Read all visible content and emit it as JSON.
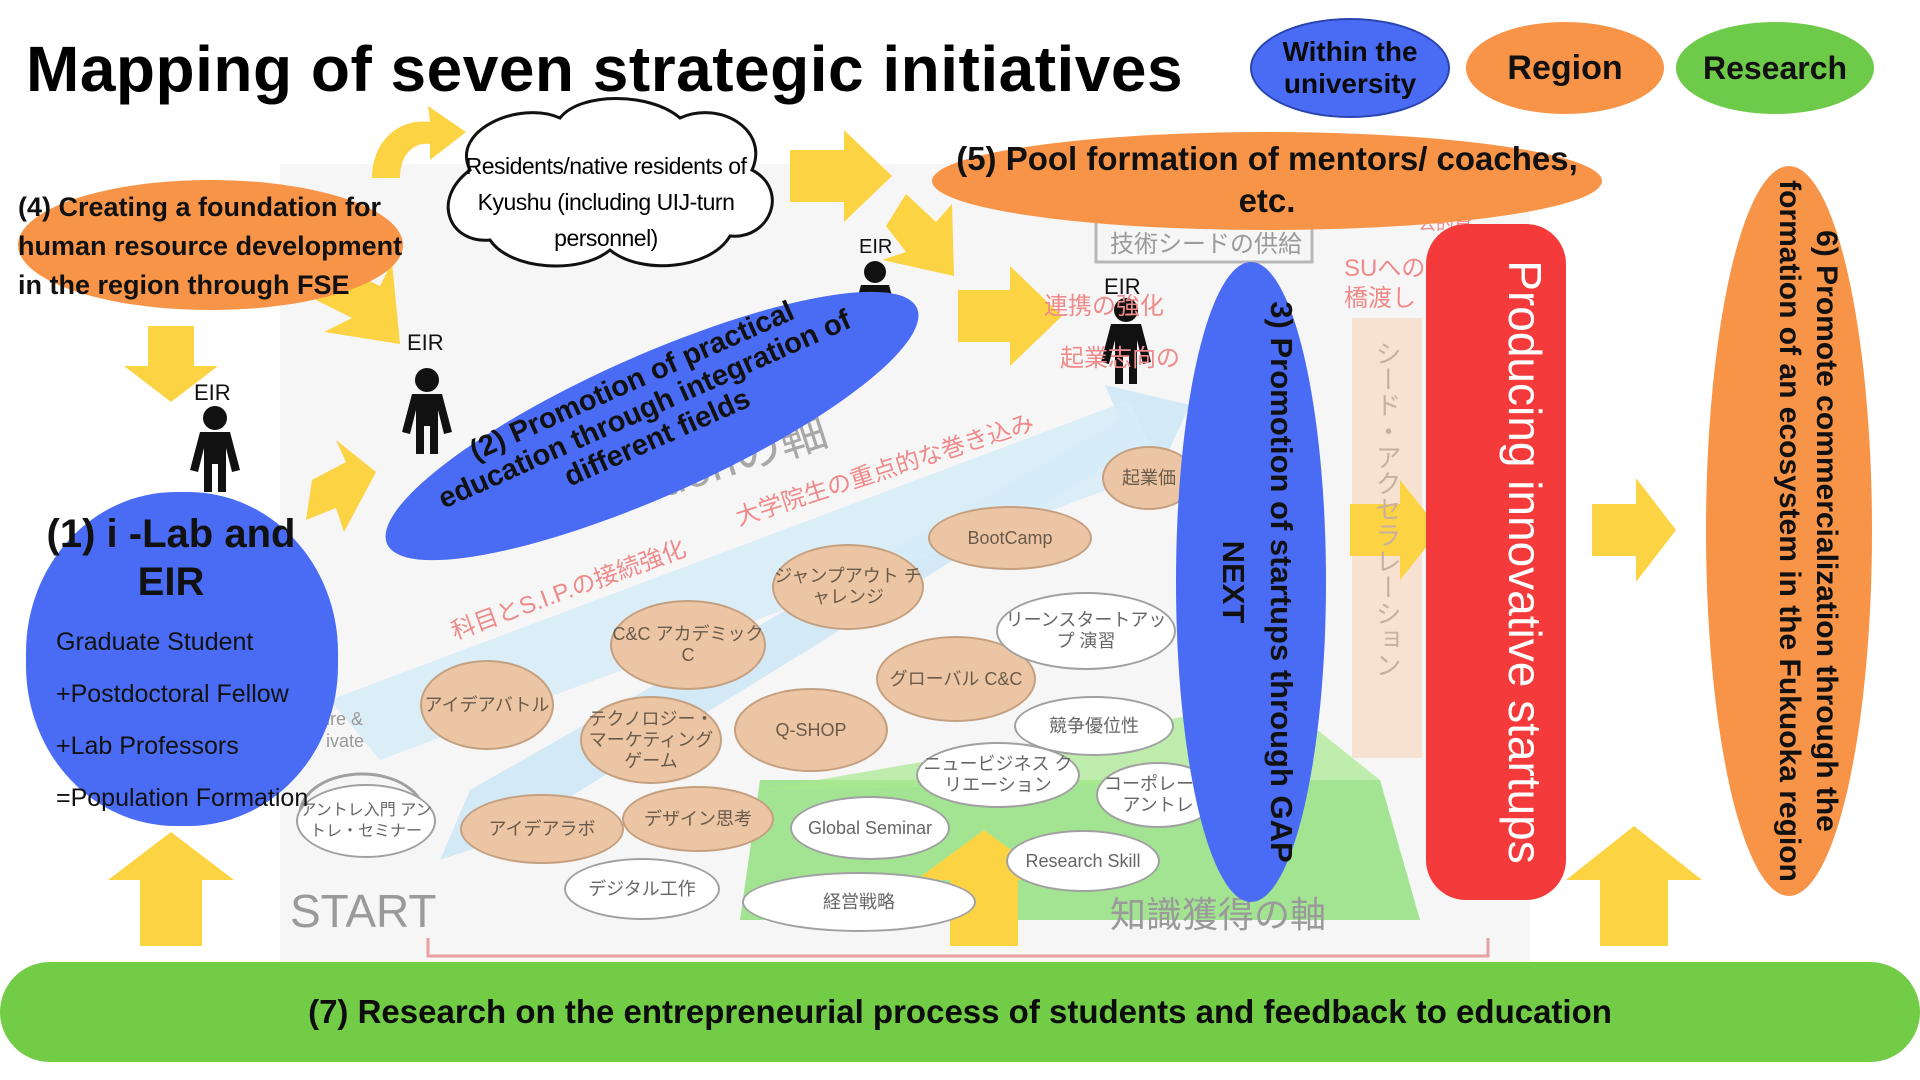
{
  "title": "Mapping of seven strategic initiatives",
  "legend": {
    "within_university": "Within the university",
    "region": "Region",
    "research": "Research"
  },
  "colors": {
    "university": "#4a6cf4",
    "region": "#f89448",
    "research": "#73cc46",
    "startups": "#f43a3a",
    "arrow": "#fbd343"
  },
  "nodes": {
    "foundation": "(4) Creating a foundation for human resource development in the region through FSE",
    "ilab_title": "(1) i -Lab and EIR",
    "ilab_lines": [
      "Graduate Student",
      "+Postdoctoral Fellow",
      "+Lab Professors",
      "=Population Formation"
    ],
    "practical_education": "(2) Promotion of practical education through integration of different fields",
    "residents": "Residents/native residents of Kyushu (including UIJ-turn personnel)",
    "mentors": "(5) Pool formation of mentors/ coaches, etc.",
    "gap_next": "3) Promotion of startups through GAP NEXT",
    "producing": "Producing innovative startups",
    "commercialization": "6) Promote commercialization through the formation of an ecosystem in the Fukuoka region",
    "research_bar": "(7) Research on the entrepreneurial process of students and feedback to education"
  },
  "eir_label": "EIR",
  "background_figure": {
    "action_axis": "Actionの軸",
    "knowledge_axis": "知識獲得の軸",
    "start": "START",
    "pink_labels": [
      "科目とS.I.P.の接続強化",
      "大学院生の重点的な巻き込み",
      "連携の強化",
      "起業志向の",
      "SUへの",
      "橋渡し",
      "公的資"
    ],
    "box_label": "技術シードの供給",
    "vertical_label": "シード・アクセラレーション",
    "partial_label": "ire & ivate",
    "tan_pills": [
      "アイデアバトル",
      "C&C アカデミックC",
      "ジャンプアウト チャレンジ",
      "BootCamp",
      "起業価",
      "テクノロジー・マーケティング ゲーム",
      "Q-SHOP",
      "グローバル C&C",
      "アイデアラボ",
      "デザイン思考"
    ],
    "white_pills": [
      "アントレ入門 アントレ・セミナー",
      "リーンスタートアップ 演習",
      "競争優位性",
      "ニュービジネス クリエーション",
      "コーポレート アントレ",
      "Global Seminar",
      "Research Skill",
      "デジタル工作",
      "経営戦略"
    ]
  }
}
